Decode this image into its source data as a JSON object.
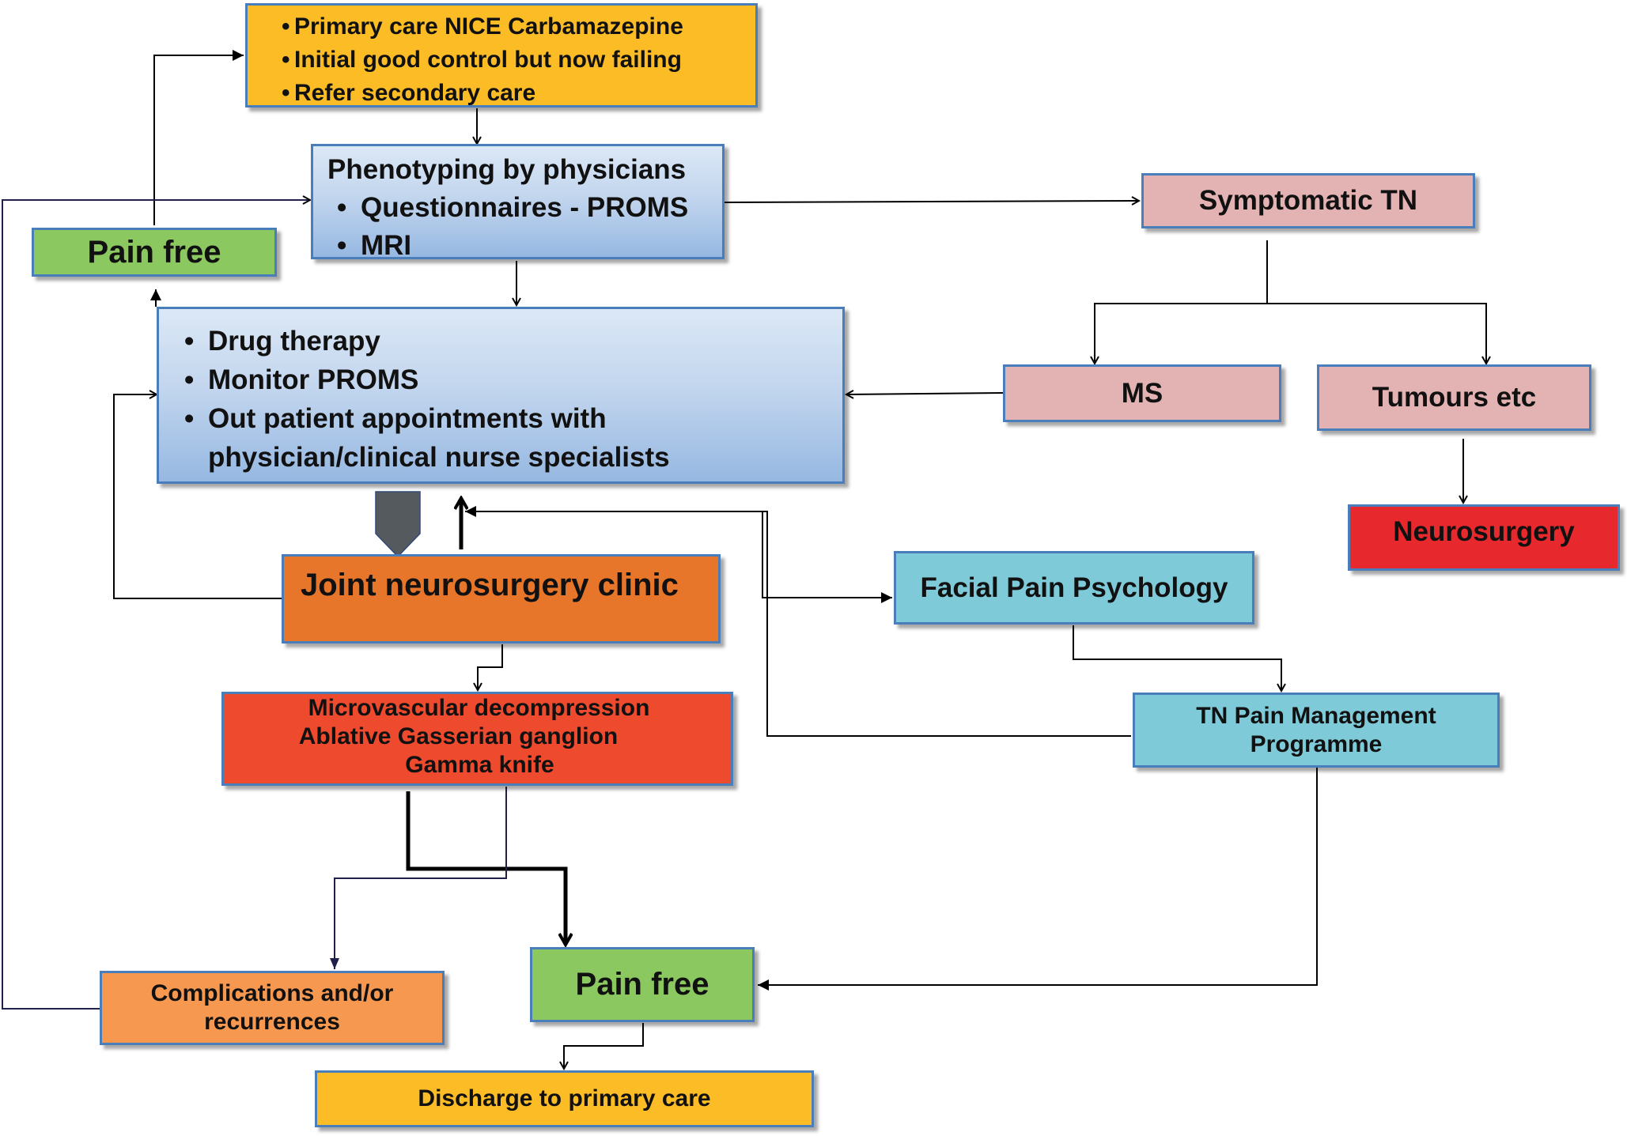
{
  "colors": {
    "yellow": "#fbbc25",
    "green": "#8bc85f",
    "pink": "#e3b2b2",
    "red": "#e7282c",
    "orange": "#e8762a",
    "red_orange": "#ee4a2e",
    "light_orange": "#f6984f",
    "teal": "#7fcad9",
    "blue_gradient": "#c3d6ee",
    "box_border": "#4a7ebb",
    "connector": "#000000",
    "connector_navy": "#20204a",
    "shield_arrow": "#555a5e"
  },
  "nodes": {
    "primary_care": {
      "items": [
        "Primary care NICE Carbamazepine",
        "Initial good control but now failing",
        "Refer secondary care"
      ]
    },
    "phenotyping": {
      "title": "Phenotyping by physicians",
      "items": [
        "Questionnaires - PROMS",
        "MRI"
      ]
    },
    "pain_free_top": {
      "label": "Pain free"
    },
    "symptomatic_tn": {
      "label": "Symptomatic TN"
    },
    "drug_therapy": {
      "items": [
        "Drug therapy",
        "Monitor PROMS",
        "Out patient appointments with physician/clinical nurse specialists"
      ]
    },
    "ms": {
      "label": "MS"
    },
    "tumours": {
      "label": "Tumours etc"
    },
    "neurosurgery": {
      "label": "Neurosurgery"
    },
    "joint_clinic": {
      "label": "Joint neurosurgery clinic"
    },
    "facial_pain_psychology": {
      "label": "Facial Pain Psychology"
    },
    "procedures": {
      "lines": [
        "Microvascular decompression",
        "Ablative  Gasserian ganglion",
        "Gamma knife"
      ]
    },
    "tn_pain_management": {
      "lines": [
        "TN Pain Management",
        "Programme"
      ]
    },
    "complications": {
      "lines": [
        "Complications and/or",
        "recurrences"
      ]
    },
    "pain_free_bottom": {
      "label": "Pain free"
    },
    "discharge": {
      "label": "Discharge to primary care"
    }
  }
}
